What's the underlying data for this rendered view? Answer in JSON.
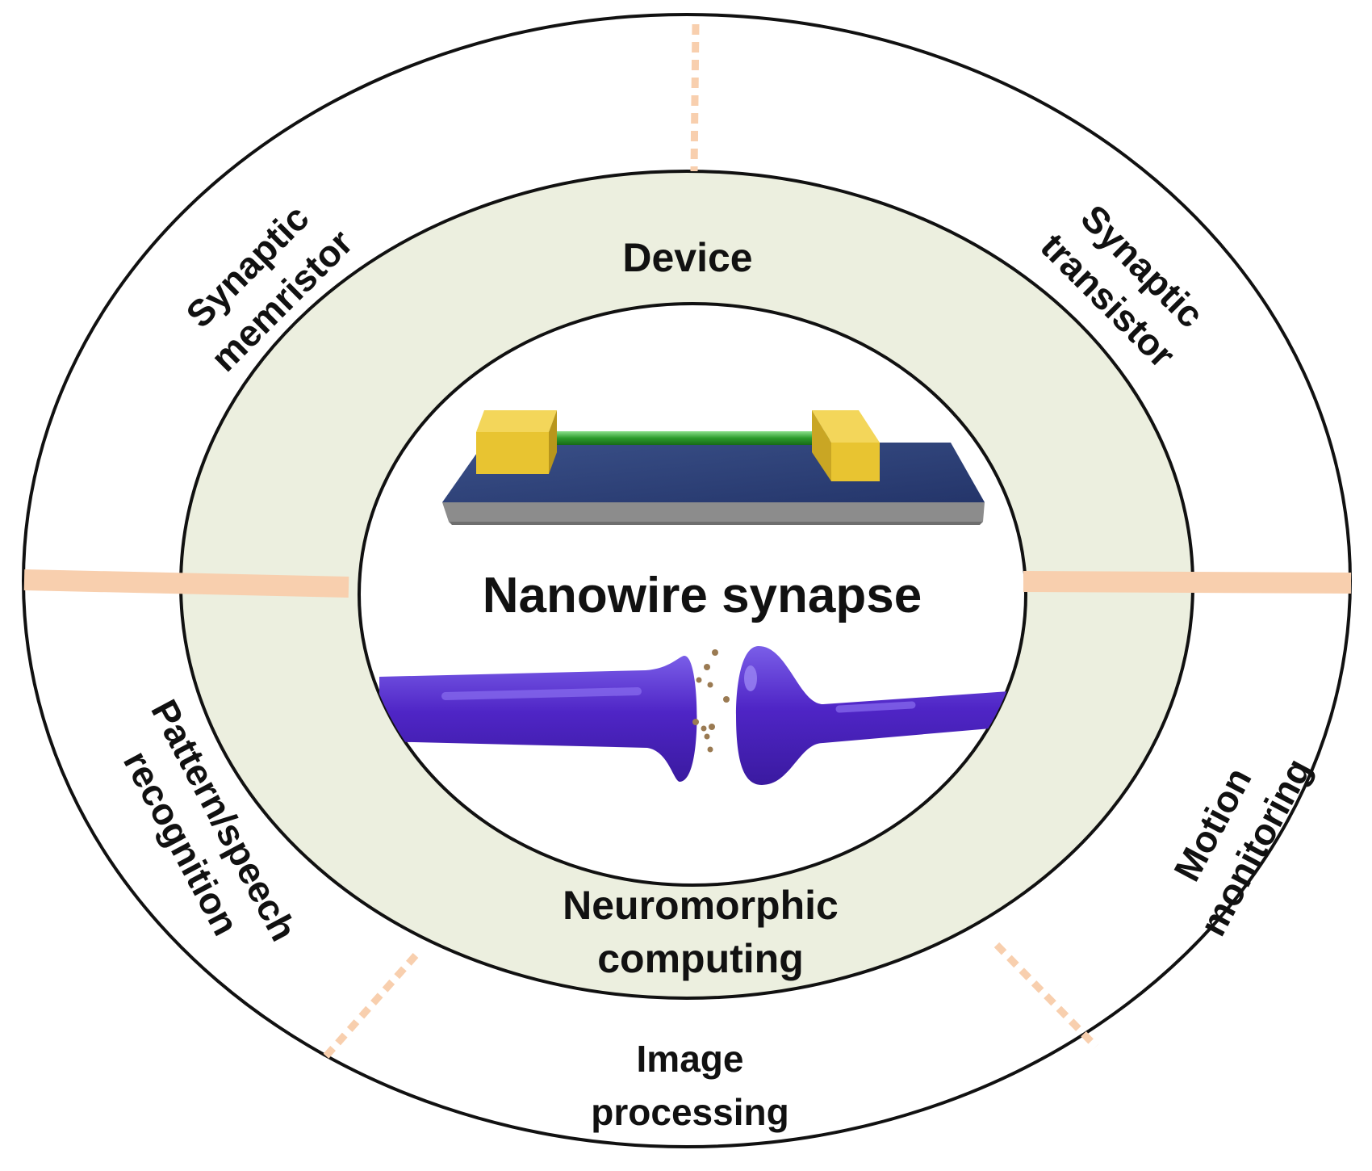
{
  "diagram": {
    "center_label": "Nanowire synapse",
    "inner_ring": {
      "top": "Device",
      "bottom": [
        "Neuromorphic",
        "computing"
      ]
    },
    "outer_ring": {
      "top_left": [
        "Synaptic",
        "memristor"
      ],
      "top_right": [
        "Synaptic",
        "transistor"
      ],
      "bottom_left": [
        "Pattern/speech",
        "recognition"
      ],
      "bottom": [
        "Image",
        "processing"
      ],
      "bottom_right": [
        "Motion",
        "monitoring"
      ]
    }
  },
  "colors": {
    "inner_ring_fill": "#ecefdf",
    "divider": "#f8cfae",
    "outline": "#111111",
    "substrate_top": "#2e4276",
    "substrate_side": "#8c8c8c",
    "electrode": "#e8c431",
    "nanowire": "#2c9c2c",
    "neuron": "#5528c8",
    "neurotransmitter": "#9a7a52"
  }
}
